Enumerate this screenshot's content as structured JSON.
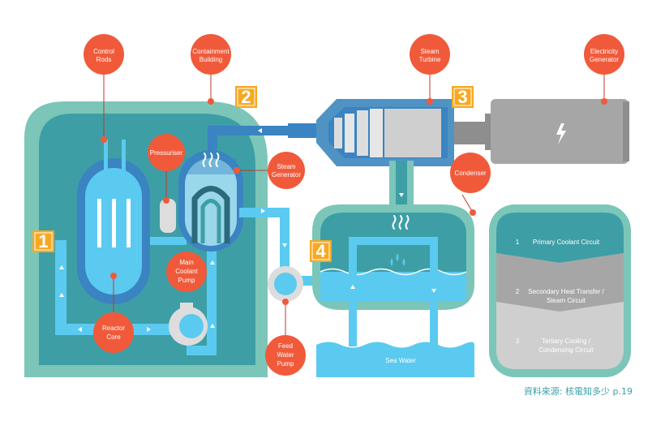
{
  "callouts": {
    "control_rods": [
      "Control",
      "Rods"
    ],
    "containment_building": [
      "Containment",
      "Building"
    ],
    "steam_turbine": [
      "Steam",
      "Turbine"
    ],
    "electricity_generator": [
      "Electricity",
      "Generator"
    ],
    "pressuriser": [
      "Pressuriser"
    ],
    "steam_generator": [
      "Steam",
      "Generator"
    ],
    "condenser": [
      "Condenser"
    ],
    "main_coolant_pump": [
      "Main",
      "Coolant",
      "Pump"
    ],
    "reactor_core": [
      "Reactor",
      "Core"
    ],
    "feed_water_pump": [
      "Feed",
      "Water",
      "Pump"
    ]
  },
  "markers": [
    "1",
    "2",
    "3",
    "4"
  ],
  "sea_water": "Sea Water",
  "legend": [
    {
      "number": "1",
      "lines": [
        "Primary Coolant Circuit"
      ]
    },
    {
      "number": "2",
      "lines": [
        "Secondary Heat Transfer /",
        "Steam Circuit"
      ]
    },
    {
      "number": "3",
      "lines": [
        "Tertiary Cooling /",
        "Condensing Circuit"
      ]
    }
  ],
  "source": "資料來源: 核電知多少 p.19",
  "colors": {
    "callout": "#f05a3a",
    "marker": "#f7a823",
    "containment_outer": "#7bc6b9",
    "containment_inner": "#3e9ea5",
    "primary_pipe": "#5bcaf0",
    "turbine": "#4f93c4",
    "generator": "#a6a6a6",
    "sea": "#5bcaf0"
  },
  "icons": [
    "lightning-icon",
    "steam-icon",
    "water-drop-icon",
    "flow-arrow-icon"
  ]
}
